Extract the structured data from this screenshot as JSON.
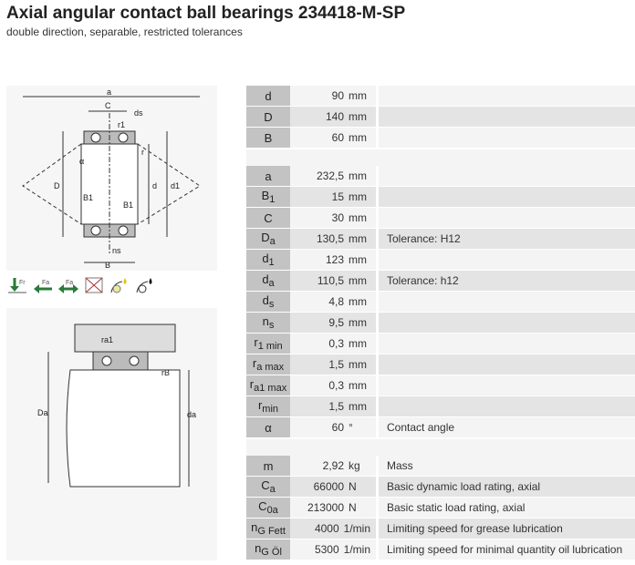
{
  "header": {
    "title": "Axial angular contact ball bearings 234418-M-SP",
    "subtitle": "double direction, separable, restricted tolerances"
  },
  "drawing1": {
    "labels": [
      "a",
      "C",
      "ds",
      "r1",
      "r",
      "D",
      "B1",
      "B1",
      "d",
      "d1",
      "ns",
      "B",
      "α"
    ]
  },
  "drawing2": {
    "labels": [
      "ra1",
      "rB",
      "Da",
      "da"
    ]
  },
  "icons": [
    "radial-load-icon",
    "axial-load-one-direction-icon",
    "axial-load-both-directions-icon",
    "not-separable-crossed-icon",
    "grease-lubrication-icon",
    "oil-lubrication-icon"
  ],
  "icon_texts": {
    "fr": "Fr",
    "fa": "Fa"
  },
  "groups": [
    [
      {
        "sym": "d",
        "sub": "",
        "value": "90",
        "unit": "mm",
        "desc": ""
      },
      {
        "sym": "D",
        "sub": "",
        "value": "140",
        "unit": "mm",
        "desc": ""
      },
      {
        "sym": "B",
        "sub": "",
        "value": "60",
        "unit": "mm",
        "desc": ""
      }
    ],
    [
      {
        "sym": "a",
        "sub": "",
        "value": "232,5",
        "unit": "mm",
        "desc": ""
      },
      {
        "sym": "B",
        "sub": "1",
        "value": "15",
        "unit": "mm",
        "desc": ""
      },
      {
        "sym": "C",
        "sub": "",
        "value": "30",
        "unit": "mm",
        "desc": ""
      },
      {
        "sym": "D",
        "sub": "a",
        "value": "130,5",
        "unit": "mm",
        "desc": "Tolerance: H12"
      },
      {
        "sym": "d",
        "sub": "1",
        "value": "123",
        "unit": "mm",
        "desc": ""
      },
      {
        "sym": "d",
        "sub": "a",
        "value": "110,5",
        "unit": "mm",
        "desc": "Tolerance: h12"
      },
      {
        "sym": "d",
        "sub": "s",
        "value": "4,8",
        "unit": "mm",
        "desc": ""
      },
      {
        "sym": "n",
        "sub": "s",
        "value": "9,5",
        "unit": "mm",
        "desc": ""
      },
      {
        "sym": "r",
        "sub": "1 min",
        "value": "0,3",
        "unit": "mm",
        "desc": ""
      },
      {
        "sym": "r",
        "sub": "a max",
        "value": "1,5",
        "unit": "mm",
        "desc": ""
      },
      {
        "sym": "r",
        "sub": "a1 max",
        "value": "0,3",
        "unit": "mm",
        "desc": ""
      },
      {
        "sym": "r",
        "sub": "min",
        "value": "1,5",
        "unit": "mm",
        "desc": ""
      },
      {
        "sym": "α",
        "sub": "",
        "value": "60",
        "unit": "°",
        "desc": "Contact angle"
      }
    ],
    [
      {
        "sym": "m",
        "sub": "",
        "value": "2,92",
        "unit": "kg",
        "desc": "Mass"
      },
      {
        "sym": "C",
        "sub": "a",
        "value": "66000",
        "unit": "N",
        "desc": "Basic dynamic load rating, axial"
      },
      {
        "sym": "C",
        "sub": "0a",
        "value": "213000",
        "unit": "N",
        "desc": "Basic static load rating, axial"
      },
      {
        "sym": "n",
        "sub": "G Fett",
        "value": "4000",
        "unit": "1/min",
        "desc": "Limiting speed for grease lubrication"
      },
      {
        "sym": "n",
        "sub": "G Öl",
        "value": "5300",
        "unit": "1/min",
        "desc": "Limiting speed for minimal quantity oil lubrication"
      }
    ]
  ]
}
